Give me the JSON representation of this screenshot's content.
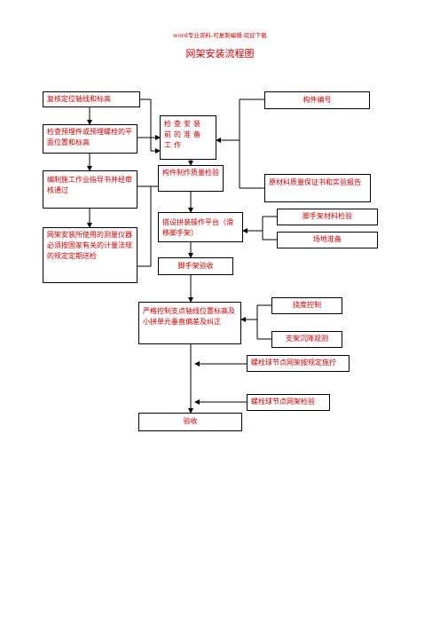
{
  "header": "word专业资料-可复制编辑-欢迎下载",
  "title": "网架安装流程图",
  "nodes": {
    "recheck_axis": "复核定位轴线和标高",
    "check_embedded": "检查预埋件或预埋螺栓的平面位置和标高",
    "compile_guide": "编制施工作业指导书并经审核通过",
    "instruments": "网架安装所使用的测量仪器必须按国家有关的计量法规的规定定期送检",
    "pre_install_prep": "检查安装前的准备工作",
    "component_inspect": "构件制作质量检验",
    "assembly_platform": "搭设拼装操作平台（滑移脚手架）",
    "scaffold_accept": "脚手架验收",
    "control_axis": "严格控制支点轴线位置标高及小拼单元垂直偏差及纠正",
    "final_accept": "验收",
    "component_number": "构件编号",
    "raw_material": "原材料质量保证书和实验报告",
    "scaffold_material": "脚手架材料检验",
    "site_prep": "场地准备",
    "deflection": "挠度控制",
    "support_settle": "支架沉降观测",
    "bolt_tighten": "螺栓球节点网架按规定施拧",
    "bolt_inspect": "螺栓球节点网架检验"
  }
}
